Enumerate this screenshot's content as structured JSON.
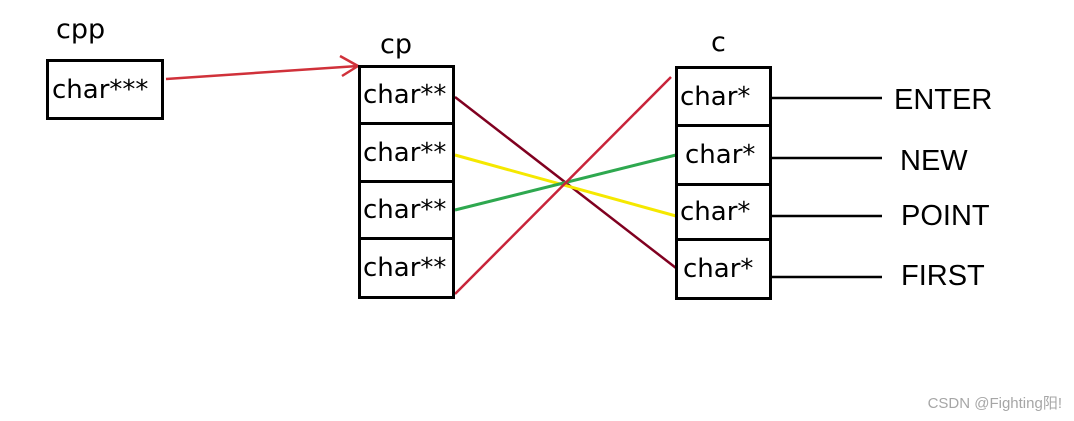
{
  "labels": {
    "cpp": "cpp",
    "cp": "cp",
    "c": "c"
  },
  "cpp_box": {
    "text": "char***"
  },
  "cp_cells": [
    "char**",
    "char**",
    "char**",
    "char**"
  ],
  "c_cells": [
    "char*",
    "char*",
    "char*",
    "char*"
  ],
  "strings": [
    "ENTER",
    "NEW",
    "POINT",
    "FIRST"
  ],
  "watermark": "CSDN @Fighting阳!",
  "colors": {
    "cpp_arrow": "#d0313a",
    "cp0_to_c3": "#800020",
    "cp1_to_c2": "#f5e800",
    "cp2_to_c1": "#2ea84f",
    "cp3_to_c0": "#c8243a"
  }
}
